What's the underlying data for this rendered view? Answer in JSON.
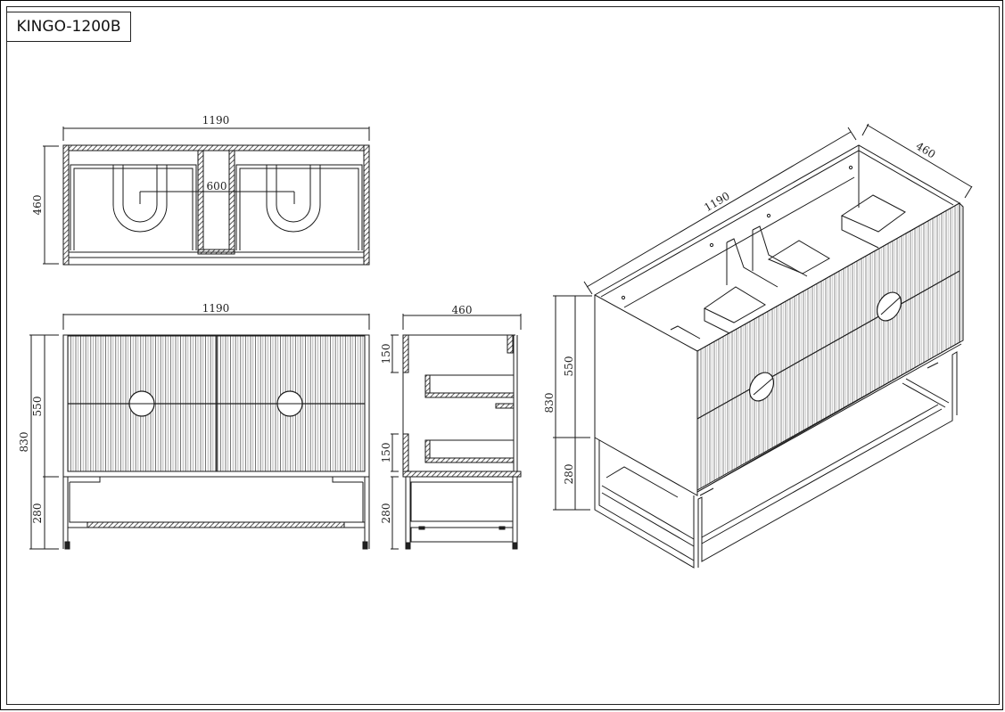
{
  "title": "KINGO-1200B",
  "colors": {
    "line": "#1a1a1a",
    "hatch": "#333333",
    "background": "#ffffff"
  },
  "views": {
    "top": {
      "width_label": "1190",
      "depth_label": "460",
      "basin_centers_label": "600"
    },
    "front": {
      "width_label": "1190",
      "total_height_label": "830",
      "cabinet_height_label": "550",
      "frame_height_label": "280"
    },
    "side": {
      "depth_label": "460",
      "upper_drawer_label": "150",
      "lower_drawer_label": "150",
      "frame_height_label": "280"
    },
    "isometric": {
      "width_label": "1190",
      "depth_label": "460",
      "total_height_label": "830",
      "cabinet_height_label": "550",
      "frame_height_label": "280"
    }
  }
}
